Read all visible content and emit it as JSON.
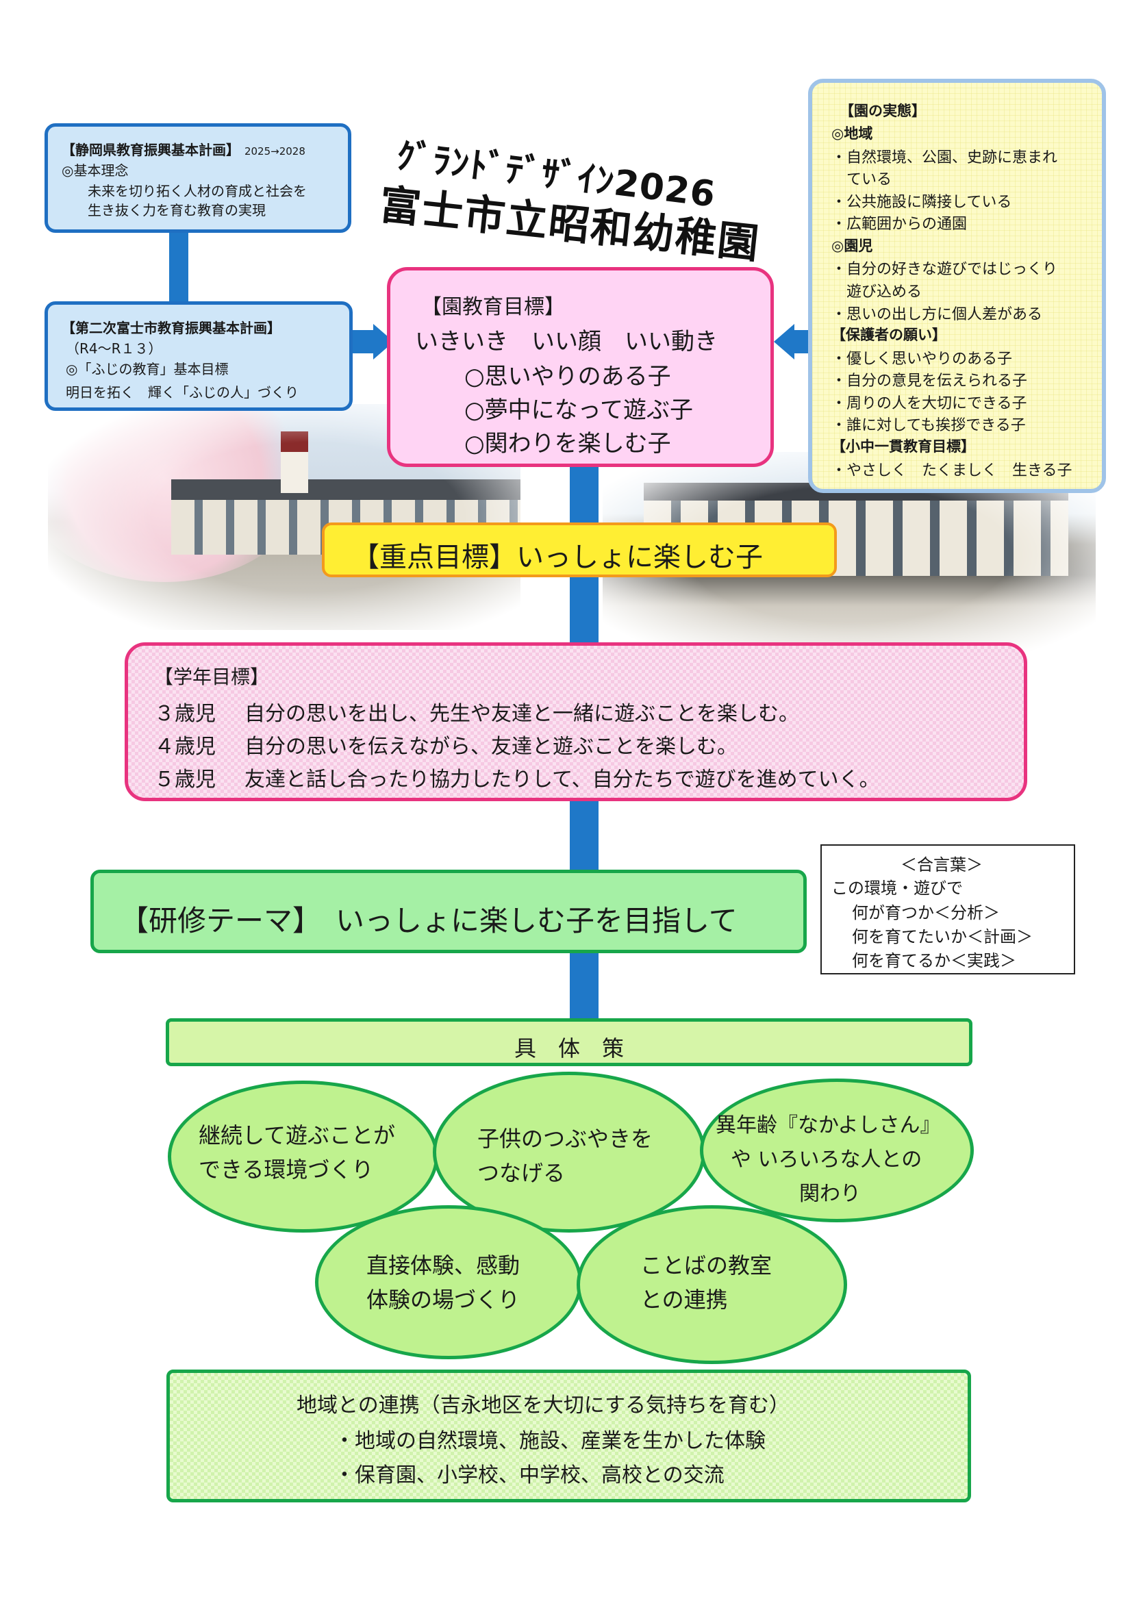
{
  "title": {
    "line1": "ｸﾞﾗﾝﾄﾞﾃﾞｻﾞｲﾝ2026",
    "line2": "富士市立昭和幼稚園"
  },
  "prefecture_plan": {
    "heading": "【静岡県教育振興基本計画】",
    "period": "2025→2028",
    "concept_label": "◎基本理念",
    "lines": [
      "未来を切り拓く人材の育成と社会を",
      "生き抜く力を育む教育の実現"
    ]
  },
  "city_plan": {
    "heading": "【第二次富士市教育振興基本計画】",
    "period": "（R4～R１３）",
    "goal_label": "◎「ふじの教育」基本目標",
    "line": "明日を拓く　輝く「ふじの人」づくり"
  },
  "actual_state": {
    "heading": "【園の実態】",
    "sections": [
      {
        "label": "◎地域",
        "items": [
          "・自然環境、公園、史跡に恵まれ",
          "　ている",
          "・公共施設に隣接している",
          "・広範囲からの通園"
        ]
      },
      {
        "label": "◎園児",
        "items": [
          "・自分の好きな遊びではじっくり",
          "　遊び込める",
          "・思いの出し方に個人差がある"
        ]
      },
      {
        "label": "【保護者の願い】",
        "items": [
          "・優しく思いやりのある子",
          "・自分の意見を伝えられる子",
          "・周りの人を大切にできる子",
          "・誰に対しても挨拶できる子"
        ]
      },
      {
        "label": "【小中一貫教育目標】",
        "items": [
          "・やさしく　たくましく　生きる子"
        ]
      }
    ]
  },
  "kindergarten_goal": {
    "heading": "【園教育目標】",
    "motto": "いきいき　いい顔　いい動き",
    "items": [
      "○思いやりのある子",
      "○夢中になって遊ぶ子",
      "○関わりを楽しむ子"
    ]
  },
  "focus_goal": "【重点目標】いっしょに楽しむ子",
  "grade_goals": {
    "heading": "【学年目標】",
    "rows": [
      {
        "age": "３歳児",
        "text": "自分の思いを出し、先生や友達と一緒に遊ぶことを楽しむ。"
      },
      {
        "age": "４歳児",
        "text": "自分の思いを伝えながら、友達と遊ぶことを楽しむ。"
      },
      {
        "age": "５歳児",
        "text": "友達と話し合ったり協力したりして、自分たちで遊びを進めていく。"
      }
    ]
  },
  "research_theme": "【研修テーマ】　いっしょに楽しむ子を目指して",
  "watchword": {
    "heading": "＜合言葉＞",
    "lines": [
      "この環境・遊びで",
      "何が育つか＜分析＞",
      "何を育てたいか＜計画＞",
      "何を育てるか＜実践＞"
    ]
  },
  "policy_heading": "具　体　策",
  "policies": [
    [
      "継続して遊ぶことが",
      "できる環境づくり"
    ],
    [
      "子供のつぶやきを",
      "つなげる"
    ],
    [
      "異年齢『なかよしさん』",
      "や いろいろな人との",
      "関わり"
    ],
    [
      "直接体験、感動",
      "体験の場づくり"
    ],
    [
      "ことばの教室",
      "との連携"
    ]
  ],
  "region": {
    "heading": "地域との連携（吉永地区を大切にする気持ちを育む）",
    "items": [
      "・地域の自然環境、施設、産業を生かした体験",
      "・保育園、小学校、中学校、高校との交流"
    ]
  },
  "colors": {
    "connector": "#1f78c8",
    "pink_border": "#e8337f",
    "green_border": "#17a64a",
    "blue_border": "#1f6fc2"
  }
}
